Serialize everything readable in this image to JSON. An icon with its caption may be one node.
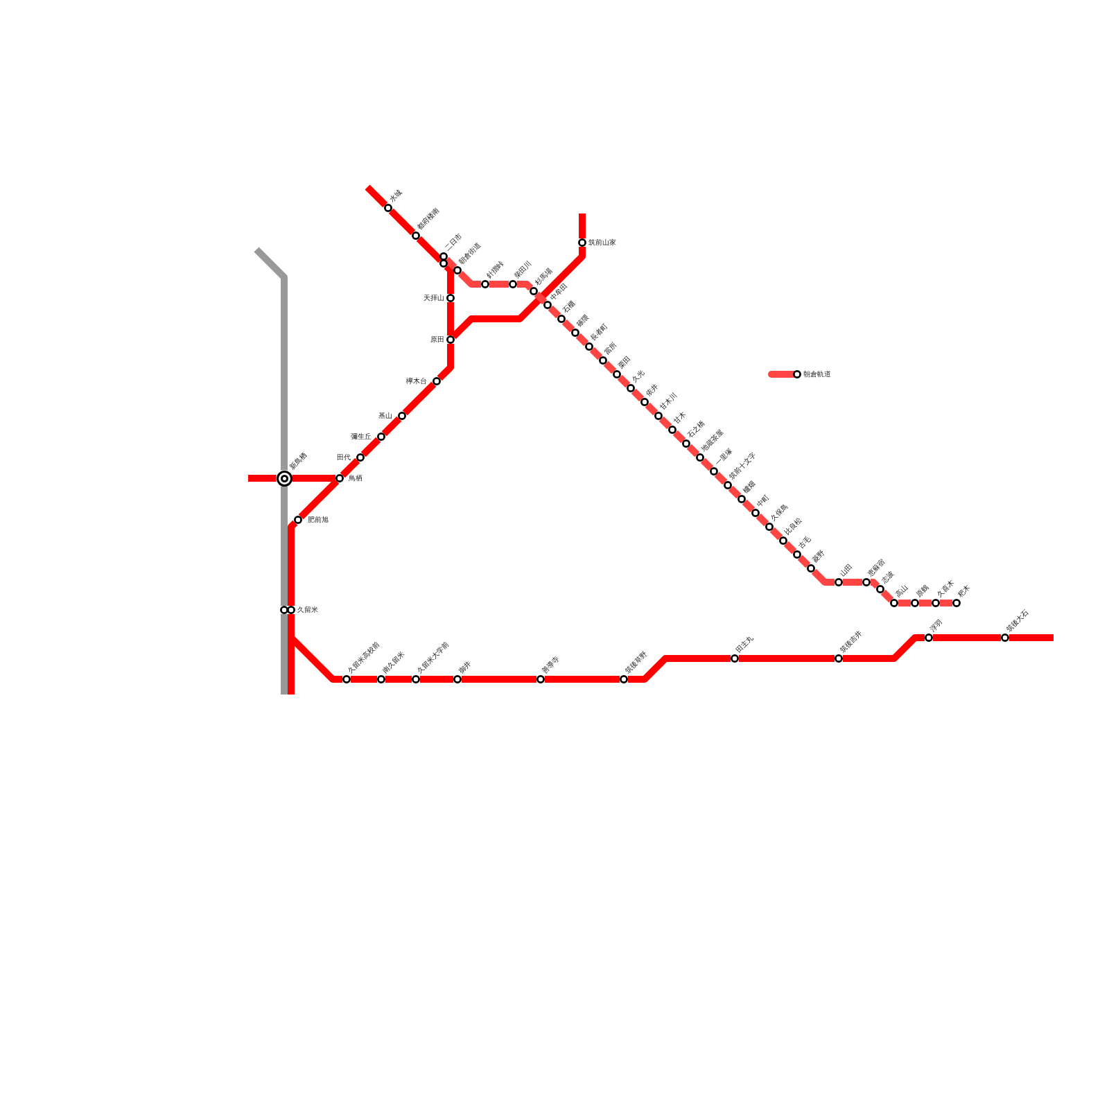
{
  "diagram": {
    "nodes": [
      {
        "text": [],
        "shape": "circle",
        "beside": [
          "水城"
        ]
      },
      {
        "text": [],
        "shape": "circle",
        "beside": [
          "都府楼南"
        ]
      },
      {
        "text": [],
        "shape": "circle",
        "beside": [
          "二日市"
        ]
      },
      {
        "text": [],
        "shape": "circle"
      },
      {
        "text": [],
        "shape": "circle",
        "beside": [
          "朝倉街道"
        ]
      },
      {
        "text": [],
        "shape": "circle",
        "beside": [
          "針摺峠"
        ]
      },
      {
        "text": [],
        "shape": "circle",
        "beside": [
          "柴田川"
        ]
      },
      {
        "text": [],
        "shape": "circle",
        "beside": [
          "杉馬場"
        ]
      },
      {
        "text": [],
        "shape": "circle",
        "beside": [
          "中牟田"
        ]
      },
      {
        "text": [],
        "shape": "circle",
        "beside": [
          "石櫃"
        ]
      },
      {
        "text": [],
        "shape": "circle",
        "beside": [
          "篠隈"
        ]
      },
      {
        "text": [],
        "shape": "circle",
        "beside": [
          "長者町"
        ]
      },
      {
        "text": [],
        "shape": "circle",
        "beside": [
          "當所"
        ]
      },
      {
        "text": [],
        "shape": "circle",
        "beside": [
          "栗田"
        ]
      },
      {
        "text": [],
        "shape": "circle",
        "beside": [
          "久光"
        ]
      },
      {
        "text": [],
        "shape": "circle",
        "beside": [
          "依井"
        ]
      },
      {
        "text": [],
        "shape": "circle",
        "beside": [
          "甘木川"
        ]
      },
      {
        "text": [],
        "shape": "circle",
        "beside": [
          "甘木"
        ]
      },
      {
        "text": [],
        "shape": "circle",
        "beside": [
          "石之橋"
        ]
      },
      {
        "text": [],
        "shape": "circle",
        "beside": [
          "地蔵茶屋"
        ]
      },
      {
        "text": [],
        "shape": "circle",
        "beside": [
          "一里塚"
        ]
      },
      {
        "text": [],
        "shape": "circle",
        "beside": [
          "筑前十文字"
        ]
      },
      {
        "text": [],
        "shape": "circle",
        "beside": [
          "櫨畑"
        ]
      },
      {
        "text": [],
        "shape": "circle",
        "beside": [
          "中町"
        ]
      },
      {
        "text": [],
        "shape": "circle",
        "beside": [
          "久保鳥"
        ]
      },
      {
        "text": [],
        "shape": "circle",
        "beside": [
          "比良松"
        ]
      },
      {
        "text": [],
        "shape": "circle",
        "beside": [
          "古毛"
        ]
      },
      {
        "text": [],
        "shape": "circle",
        "beside": [
          "菱野"
        ]
      },
      {
        "text": [],
        "shape": "circle",
        "beside": [
          "山田"
        ]
      },
      {
        "text": [],
        "shape": "circle",
        "beside": [
          "恵蘇宿"
        ]
      },
      {
        "text": [],
        "shape": "circle",
        "beside": [
          "志波"
        ]
      },
      {
        "text": [],
        "shape": "circle",
        "beside": [
          "高山"
        ]
      },
      {
        "text": [],
        "shape": "circle",
        "beside": [
          "原鶴"
        ]
      },
      {
        "text": [],
        "shape": "circle",
        "beside": [
          "久喜木"
        ]
      },
      {
        "text": [],
        "shape": "circle",
        "beside": [
          "杷木"
        ]
      },
      {
        "text": [],
        "shape": "circle",
        "beside": [
          "筑前山家"
        ]
      },
      {
        "text": [],
        "shape": "circle",
        "beside": [
          "天拝山"
        ]
      },
      {
        "text": [],
        "shape": "circle",
        "beside": [
          "原田"
        ]
      },
      {
        "text": [],
        "shape": "circle",
        "beside": [
          "欅木台"
        ]
      },
      {
        "text": [],
        "shape": "circle",
        "beside": [
          "基山"
        ]
      },
      {
        "text": [],
        "shape": "circle",
        "beside": [
          "彌生丘"
        ]
      },
      {
        "text": [],
        "shape": "circle",
        "beside": [
          "田代"
        ]
      },
      {
        "text": [],
        "shape": "circle",
        "beside": [
          "新鳥栖"
        ]
      },
      {
        "text": [],
        "shape": "circle",
        "beside": [
          "鳥栖"
        ]
      },
      {
        "text": [],
        "shape": "circle",
        "beside": [
          "肥前旭"
        ]
      },
      {
        "text": [],
        "shape": "circle"
      },
      {
        "text": [],
        "shape": "circle",
        "beside": [
          "久留米"
        ]
      },
      {
        "text": [],
        "shape": "circle",
        "beside": [
          "久留米高校前"
        ]
      },
      {
        "text": [],
        "shape": "circle",
        "beside": [
          "南久留米"
        ]
      },
      {
        "text": [],
        "shape": "circle",
        "beside": [
          "久留米大学前"
        ]
      },
      {
        "text": [],
        "shape": "circle",
        "beside": [
          "御井"
        ]
      },
      {
        "text": [],
        "shape": "circle",
        "beside": [
          "善導寺"
        ]
      },
      {
        "text": [],
        "shape": "circle",
        "beside": [
          "筑後草野"
        ]
      },
      {
        "text": [],
        "shape": "circle",
        "beside": [
          "田主丸"
        ]
      },
      {
        "text": [],
        "shape": "circle",
        "beside": [
          "筑後吉井"
        ]
      },
      {
        "text": [],
        "shape": "circle",
        "beside": [
          "浮羽"
        ]
      },
      {
        "text": [],
        "shape": "circle",
        "beside": [
          "筑後大石"
        ]
      }
    ],
    "edges": [
      {
        "from": null,
        "to": 0,
        "arrow": "none",
        "color": "#ff0000"
      },
      {
        "from": 0,
        "to": 1,
        "arrow": "none",
        "color": "#ff0000"
      },
      {
        "from": 1,
        "to": 3,
        "arrow": "none",
        "color": "#ff0000"
      },
      {
        "from": 3,
        "to": 36,
        "arrow": "none",
        "color": "#ff0000"
      },
      {
        "from": 36,
        "to": 37,
        "arrow": "none",
        "color": "#ff0000"
      },
      {
        "from": 37,
        "to": 38,
        "arrow": "none",
        "color": "#ff0000"
      },
      {
        "from": 38,
        "to": 39,
        "arrow": "none",
        "color": "#ff0000"
      },
      {
        "from": 39,
        "to": 40,
        "arrow": "none",
        "color": "#ff0000"
      },
      {
        "from": 40,
        "to": 41,
        "arrow": "none",
        "color": "#ff0000"
      },
      {
        "from": 41,
        "to": 43,
        "arrow": "none",
        "color": "#ff0000"
      },
      {
        "from": 43,
        "to": 44,
        "arrow": "none",
        "color": "#ff0000"
      },
      {
        "from": 44,
        "to": 46,
        "arrow": "none",
        "color": "#ff0000"
      },
      {
        "from": 46,
        "to": null,
        "arrow": "none",
        "color": "#ff0000"
      },
      {
        "from": 2,
        "to": 4,
        "arrow": "none"
      },
      {
        "from": 4,
        "to": 5,
        "arrow": "none"
      },
      {
        "from": 5,
        "to": 6,
        "arrow": "none"
      },
      {
        "from": 6,
        "to": 7,
        "arrow": "none"
      },
      {
        "from": 7,
        "to": 8,
        "arrow": "none"
      },
      {
        "from": 8,
        "to": 9,
        "arrow": "none"
      },
      {
        "from": 9,
        "to": 10,
        "arrow": "none"
      },
      {
        "from": 10,
        "to": 11,
        "arrow": "none"
      },
      {
        "from": 11,
        "to": 12,
        "arrow": "none"
      },
      {
        "from": 12,
        "to": 13,
        "arrow": "none"
      },
      {
        "from": 13,
        "to": 14,
        "arrow": "none"
      },
      {
        "from": 14,
        "to": 15,
        "arrow": "none"
      },
      {
        "from": 15,
        "to": 16,
        "arrow": "none"
      },
      {
        "from": 16,
        "to": 17,
        "arrow": "none"
      },
      {
        "from": 17,
        "to": 18,
        "arrow": "none"
      },
      {
        "from": 18,
        "to": 19,
        "arrow": "none"
      },
      {
        "from": 19,
        "to": 20,
        "arrow": "none"
      },
      {
        "from": 20,
        "to": 21,
        "arrow": "none"
      },
      {
        "from": 21,
        "to": 22,
        "arrow": "none"
      },
      {
        "from": 22,
        "to": 23,
        "arrow": "none"
      },
      {
        "from": 23,
        "to": 24,
        "arrow": "none"
      },
      {
        "from": 24,
        "to": 25,
        "arrow": "none"
      },
      {
        "from": 25,
        "to": 26,
        "arrow": "none"
      },
      {
        "from": 26,
        "to": 27,
        "arrow": "none"
      },
      {
        "from": 27,
        "to": 28,
        "arrow": "none"
      },
      {
        "from": 28,
        "to": 29,
        "arrow": "none"
      },
      {
        "from": 29,
        "to": 30,
        "arrow": "none"
      },
      {
        "from": 30,
        "to": 31,
        "arrow": "none"
      },
      {
        "from": 31,
        "to": 32,
        "arrow": "none"
      },
      {
        "from": 32,
        "to": 33,
        "arrow": "none"
      },
      {
        "from": 33,
        "to": 34,
        "arrow": "none"
      },
      {
        "from": 37,
        "to": 35,
        "arrow": "none",
        "color": "#ff0000"
      },
      {
        "from": 35,
        "to": null,
        "arrow": "none",
        "color": "#ff0000"
      },
      {
        "from": null,
        "to": 42,
        "arrow": "none",
        "color": "#ff0000"
      },
      {
        "from": 42,
        "to": 43,
        "arrow": "none",
        "color": "#ff0000"
      },
      {
        "from": null,
        "to": 42,
        "arrow": "none",
        "color": "#999999"
      },
      {
        "from": 42,
        "to": 45,
        "arrow": "none",
        "color": "#999999"
      },
      {
        "from": 45,
        "to": null,
        "arrow": "none",
        "color": "#999999"
      },
      {
        "from": 46,
        "to": 47,
        "arrow": "none",
        "color": "#ff0000"
      },
      {
        "from": 47,
        "to": 48,
        "arrow": "none",
        "color": "#ff0000"
      },
      {
        "from": 48,
        "to": 49,
        "arrow": "none",
        "color": "#ff0000"
      },
      {
        "from": 49,
        "to": 50,
        "arrow": "none",
        "color": "#ff0000"
      },
      {
        "from": 50,
        "to": 51,
        "arrow": "none",
        "color": "#ff0000"
      },
      {
        "from": 51,
        "to": 52,
        "arrow": "none",
        "color": "#ff0000"
      },
      {
        "from": 52,
        "to": 53,
        "arrow": "none",
        "color": "#ff0000"
      },
      {
        "from": 53,
        "to": 54,
        "arrow": "none",
        "color": "#ff0000"
      },
      {
        "from": 54,
        "to": 55,
        "arrow": "none",
        "color": "#ff0000"
      },
      {
        "from": 55,
        "to": 56,
        "arrow": "none",
        "color": "#ff0000"
      },
      {
        "from": 56,
        "to": null,
        "arrow": "none",
        "color": "#ff0000"
      }
    ],
    "legend": [
      {
        "text": "朝倉軌道"
      }
    ]
  }
}
